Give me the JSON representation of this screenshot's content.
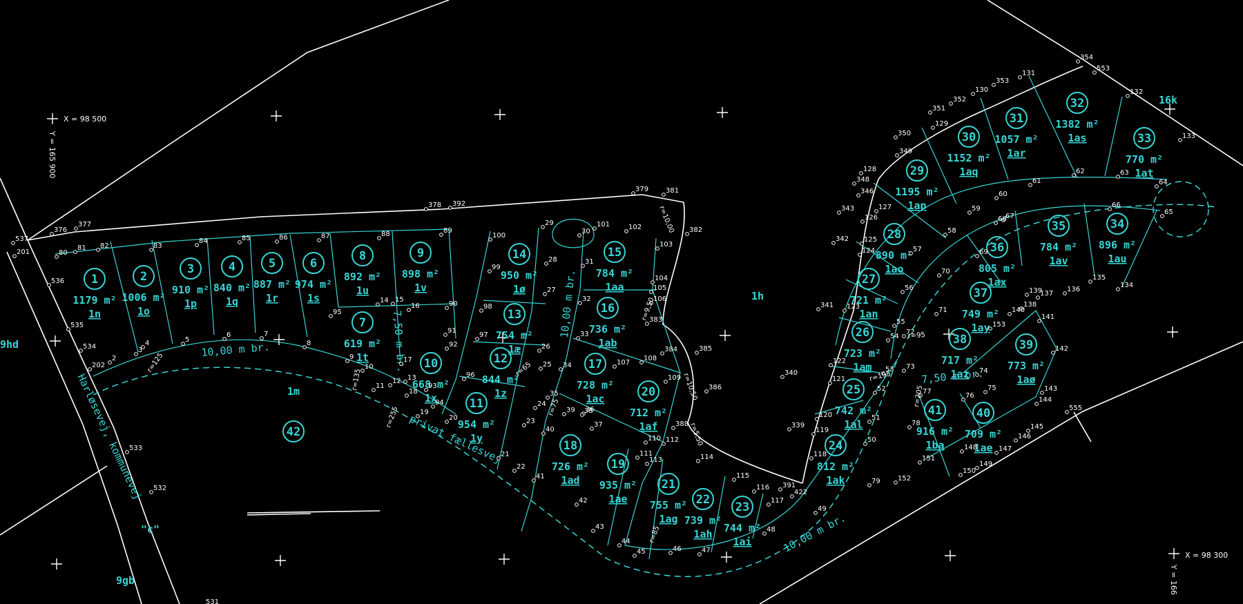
{
  "map": {
    "coord_top_left": {
      "x": "X =  98 500",
      "y": "Y = 165 900"
    },
    "coord_bottom_right": {
      "x": "X =  98 300",
      "y": "Y = 166"
    },
    "road_labels": {
      "road_west": "10,00 m br.",
      "road_middle": "10,00 m br.",
      "road_south": "10,00 m br.",
      "path_a": "7,50 m br.",
      "path_b": "7,50 m br.",
      "privat": "privat fællesvej",
      "kommunevej": "Harløsevej, kommunevej"
    },
    "matrikel_labels": [
      {
        "id": "1h",
        "text": "1h"
      },
      {
        "id": "1m",
        "text": "1m"
      },
      {
        "id": "16k",
        "text": "16k"
      },
      {
        "id": "9hd",
        "text": "9hd"
      },
      {
        "id": "9gb",
        "text": "9gb"
      },
      {
        "id": "c",
        "text": "\"c\""
      }
    ],
    "lots": [
      {
        "num": "1",
        "area": "1179 m²",
        "mat": "1n"
      },
      {
        "num": "2",
        "area": "1006 m²",
        "mat": "1o"
      },
      {
        "num": "3",
        "area": "910 m²",
        "mat": "1p"
      },
      {
        "num": "4",
        "area": "840 m²",
        "mat": "1q"
      },
      {
        "num": "5",
        "area": "887 m²",
        "mat": "1r"
      },
      {
        "num": "6",
        "area": "974 m²",
        "mat": "1s"
      },
      {
        "num": "7",
        "area": "619 m²",
        "mat": "1t"
      },
      {
        "num": "8",
        "area": "892 m²",
        "mat": "1u"
      },
      {
        "num": "9",
        "area": "898 m²",
        "mat": "1v"
      },
      {
        "num": "10",
        "area": "668 m²",
        "mat": "1x"
      },
      {
        "num": "11",
        "area": "954 m²",
        "mat": "1y"
      },
      {
        "num": "12",
        "area": "844 m²",
        "mat": "1z"
      },
      {
        "num": "13",
        "area": "754 m²",
        "mat": "1æ"
      },
      {
        "num": "14",
        "area": "950 m²",
        "mat": "1ø"
      },
      {
        "num": "15",
        "area": "784 m²",
        "mat": "1aa"
      },
      {
        "num": "16",
        "area": "736 m²",
        "mat": "1ab"
      },
      {
        "num": "17",
        "area": "728 m²",
        "mat": "1ac"
      },
      {
        "num": "18",
        "area": "726 m²",
        "mat": "1ad"
      },
      {
        "num": "19",
        "area": "935 m²",
        "mat": "1ae"
      },
      {
        "num": "20",
        "area": "712 m²",
        "mat": "1af"
      },
      {
        "num": "21",
        "area": "755 m²",
        "mat": "1ag"
      },
      {
        "num": "22",
        "area": "739 m²",
        "mat": "1ah"
      },
      {
        "num": "23",
        "area": "744 m²",
        "mat": "1ai"
      },
      {
        "num": "24",
        "area": "812 m²",
        "mat": "1ak"
      },
      {
        "num": "25",
        "area": "742 m²",
        "mat": "1al"
      },
      {
        "num": "26",
        "area": "723 m²",
        "mat": "1am"
      },
      {
        "num": "27",
        "area": "721 m²",
        "mat": "1an"
      },
      {
        "num": "28",
        "area": "890 m²",
        "mat": "1ao"
      },
      {
        "num": "29",
        "area": "1195 m²",
        "mat": "1ap"
      },
      {
        "num": "30",
        "area": "1152 m²",
        "mat": "1aq"
      },
      {
        "num": "31",
        "area": "1057 m²",
        "mat": "1ar"
      },
      {
        "num": "32",
        "area": "1382 m²",
        "mat": "1as"
      },
      {
        "num": "33",
        "area": "770 m²",
        "mat": "1at"
      },
      {
        "num": "34",
        "area": "896 m²",
        "mat": "1au"
      },
      {
        "num": "35",
        "area": "784 m²",
        "mat": "1av"
      },
      {
        "num": "36",
        "area": "805 m²",
        "mat": "1ax"
      },
      {
        "num": "37",
        "area": "749 m²",
        "mat": "1ay"
      },
      {
        "num": "38",
        "area": "717 m²",
        "mat": "1az"
      },
      {
        "num": "39",
        "area": "773 m²",
        "mat": "1aø"
      },
      {
        "num": "40",
        "area": "709 m²",
        "mat": "1ae"
      },
      {
        "num": "41",
        "area": "916 m²",
        "mat": "1ba"
      },
      {
        "num": "42",
        "area": "",
        "mat": ""
      }
    ],
    "points": [
      {
        "id": "p537",
        "text": "537"
      },
      {
        "id": "p201",
        "text": "201"
      },
      {
        "id": "p376",
        "text": "376"
      },
      {
        "id": "p377",
        "text": "377"
      },
      {
        "id": "p378",
        "text": "378"
      },
      {
        "id": "p392",
        "text": "392"
      },
      {
        "id": "p379",
        "text": "379"
      },
      {
        "id": "p381",
        "text": "381"
      },
      {
        "id": "p382",
        "text": "382"
      },
      {
        "id": "p383",
        "text": "383"
      },
      {
        "id": "p384",
        "text": "384"
      },
      {
        "id": "p385",
        "text": "385"
      },
      {
        "id": "p386",
        "text": "386"
      },
      {
        "id": "p388",
        "text": "388"
      },
      {
        "id": "p391",
        "text": "391"
      },
      {
        "id": "p422",
        "text": "422"
      },
      {
        "id": "p339",
        "text": "339"
      },
      {
        "id": "p340",
        "text": "340"
      },
      {
        "id": "p341",
        "text": "341"
      },
      {
        "id": "p342",
        "text": "342"
      },
      {
        "id": "p343",
        "text": "343"
      },
      {
        "id": "p346",
        "text": "346"
      },
      {
        "id": "p348",
        "text": "348"
      },
      {
        "id": "p349",
        "text": "349"
      },
      {
        "id": "p350",
        "text": "350"
      },
      {
        "id": "p351",
        "text": "351"
      },
      {
        "id": "p352",
        "text": "352"
      },
      {
        "id": "p353",
        "text": "353"
      },
      {
        "id": "p354",
        "text": "354"
      },
      {
        "id": "p553",
        "text": "553"
      },
      {
        "id": "p555",
        "text": "555"
      },
      {
        "id": "p536",
        "text": "536"
      },
      {
        "id": "p535",
        "text": "535"
      },
      {
        "id": "p534",
        "text": "534"
      },
      {
        "id": "p202",
        "text": "202"
      },
      {
        "id": "p533",
        "text": "533"
      },
      {
        "id": "p532",
        "text": "532"
      },
      {
        "id": "p531",
        "text": "531"
      },
      {
        "id": "p130",
        "text": "130"
      },
      {
        "id": "p131",
        "text": "131"
      },
      {
        "id": "p132",
        "text": "132"
      },
      {
        "id": "p133",
        "text": "133"
      },
      {
        "id": "p128",
        "text": "128"
      },
      {
        "id": "p129",
        "text": "129"
      },
      {
        "id": "p100",
        "text": "100"
      },
      {
        "id": "p101",
        "text": "101"
      },
      {
        "id": "p102",
        "text": "102"
      },
      {
        "id": "p103",
        "text": "103"
      },
      {
        "id": "p104",
        "text": "104"
      },
      {
        "id": "p105",
        "text": "105"
      },
      {
        "id": "p106",
        "text": "106"
      },
      {
        "id": "p107",
        "text": "107"
      },
      {
        "id": "p108",
        "text": "108"
      },
      {
        "id": "p109",
        "text": "109"
      },
      {
        "id": "p110",
        "text": "110"
      },
      {
        "id": "p111",
        "text": "111"
      },
      {
        "id": "p112",
        "text": "112"
      },
      {
        "id": "p113",
        "text": "113"
      },
      {
        "id": "p114",
        "text": "114"
      },
      {
        "id": "p115",
        "text": "115"
      },
      {
        "id": "p116",
        "text": "116"
      },
      {
        "id": "p117",
        "text": "117"
      },
      {
        "id": "p118",
        "text": "118"
      },
      {
        "id": "p119",
        "text": "119"
      },
      {
        "id": "p120",
        "text": "120"
      },
      {
        "id": "p121",
        "text": "121"
      },
      {
        "id": "p122",
        "text": "122"
      },
      {
        "id": "p123",
        "text": "123"
      },
      {
        "id": "p124",
        "text": "124"
      },
      {
        "id": "p125",
        "text": "125"
      },
      {
        "id": "p126",
        "text": "126"
      },
      {
        "id": "p127",
        "text": "127"
      },
      {
        "id": "p134",
        "text": "134"
      },
      {
        "id": "p135",
        "text": "135"
      },
      {
        "id": "p136",
        "text": "136"
      },
      {
        "id": "p137",
        "text": "137"
      },
      {
        "id": "p138",
        "text": "138"
      },
      {
        "id": "p139",
        "text": "139"
      },
      {
        "id": "p140",
        "text": "140"
      },
      {
        "id": "p141",
        "text": "141"
      },
      {
        "id": "p142",
        "text": "142"
      },
      {
        "id": "p143",
        "text": "143"
      },
      {
        "id": "p144",
        "text": "144"
      },
      {
        "id": "p145",
        "text": "145"
      },
      {
        "id": "p146",
        "text": "146"
      },
      {
        "id": "p147",
        "text": "147"
      },
      {
        "id": "p148",
        "text": "148"
      },
      {
        "id": "p149",
        "text": "149"
      },
      {
        "id": "p150",
        "text": "150"
      },
      {
        "id": "p151",
        "text": "151"
      },
      {
        "id": "p152",
        "text": "152"
      },
      {
        "id": "p153",
        "text": "153"
      },
      {
        "id": "p79",
        "text": "79"
      },
      {
        "id": "p80",
        "text": "80"
      },
      {
        "id": "p81",
        "text": "81"
      },
      {
        "id": "p82",
        "text": "82"
      },
      {
        "id": "p83",
        "text": "83"
      },
      {
        "id": "p84",
        "text": "84"
      },
      {
        "id": "p85",
        "text": "85"
      },
      {
        "id": "p86",
        "text": "86"
      },
      {
        "id": "p87",
        "text": "87"
      },
      {
        "id": "p88",
        "text": "88"
      },
      {
        "id": "p89",
        "text": "89"
      },
      {
        "id": "p90",
        "text": "90"
      },
      {
        "id": "p91",
        "text": "91"
      },
      {
        "id": "p92",
        "text": "92"
      },
      {
        "id": "p93",
        "text": "93"
      },
      {
        "id": "p94",
        "text": "94"
      },
      {
        "id": "p95",
        "text": "95"
      },
      {
        "id": "p96",
        "text": "96"
      },
      {
        "id": "p97",
        "text": "97"
      },
      {
        "id": "p98",
        "text": "98"
      },
      {
        "id": "p99",
        "text": "99"
      },
      {
        "id": "p20",
        "text": "20"
      },
      {
        "id": "p21",
        "text": "21"
      },
      {
        "id": "p22",
        "text": "22"
      },
      {
        "id": "p23",
        "text": "23"
      },
      {
        "id": "p24",
        "text": "24"
      },
      {
        "id": "p25",
        "text": "25"
      },
      {
        "id": "p26",
        "text": "26"
      },
      {
        "id": "p27",
        "text": "27"
      },
      {
        "id": "p28",
        "text": "28"
      },
      {
        "id": "p29",
        "text": "29"
      },
      {
        "id": "p30",
        "text": "30"
      },
      {
        "id": "p31",
        "text": "31"
      },
      {
        "id": "p32",
        "text": "32"
      },
      {
        "id": "p33",
        "text": "33"
      },
      {
        "id": "p34",
        "text": "34"
      },
      {
        "id": "p35",
        "text": "35"
      },
      {
        "id": "p36",
        "text": "36"
      },
      {
        "id": "p37",
        "text": "37"
      },
      {
        "id": "p38",
        "text": "38"
      },
      {
        "id": "p39",
        "text": "39"
      },
      {
        "id": "p40",
        "text": "40"
      },
      {
        "id": "p41",
        "text": "41"
      },
      {
        "id": "p42",
        "text": "42"
      },
      {
        "id": "p43",
        "text": "43"
      },
      {
        "id": "p44",
        "text": "44"
      },
      {
        "id": "p45",
        "text": "45"
      },
      {
        "id": "p46",
        "text": "46"
      },
      {
        "id": "p47",
        "text": "47"
      },
      {
        "id": "p48",
        "text": "48"
      },
      {
        "id": "p49",
        "text": "49"
      },
      {
        "id": "p50",
        "text": "50"
      },
      {
        "id": "p51",
        "text": "51"
      },
      {
        "id": "p52",
        "text": "52"
      },
      {
        "id": "p53",
        "text": "53"
      },
      {
        "id": "p54",
        "text": "54"
      },
      {
        "id": "p55",
        "text": "55"
      },
      {
        "id": "p56",
        "text": "56"
      },
      {
        "id": "p57",
        "text": "57"
      },
      {
        "id": "p58",
        "text": "58"
      },
      {
        "id": "p59",
        "text": "59"
      },
      {
        "id": "p60",
        "text": "60"
      },
      {
        "id": "p61",
        "text": "61"
      },
      {
        "id": "p62",
        "text": "62"
      },
      {
        "id": "p63",
        "text": "63"
      },
      {
        "id": "p64",
        "text": "64"
      },
      {
        "id": "p65",
        "text": "65"
      },
      {
        "id": "p66",
        "text": "66"
      },
      {
        "id": "p67",
        "text": "67"
      },
      {
        "id": "p68",
        "text": "68"
      },
      {
        "id": "p69",
        "text": "69"
      },
      {
        "id": "p70",
        "text": "70"
      },
      {
        "id": "p71",
        "text": "71"
      },
      {
        "id": "p72",
        "text": "72"
      },
      {
        "id": "p73",
        "text": "73"
      },
      {
        "id": "p74",
        "text": "74"
      },
      {
        "id": "p75",
        "text": "75"
      },
      {
        "id": "p76",
        "text": "76"
      },
      {
        "id": "p77",
        "text": "77"
      },
      {
        "id": "p78",
        "text": "78"
      },
      {
        "id": "p2",
        "text": "2"
      },
      {
        "id": "p3",
        "text": "3"
      },
      {
        "id": "p4",
        "text": "4"
      },
      {
        "id": "p5",
        "text": "5"
      },
      {
        "id": "p6",
        "text": "6"
      },
      {
        "id": "p7",
        "text": "7"
      },
      {
        "id": "p8",
        "text": "8"
      },
      {
        "id": "p9",
        "text": "9"
      },
      {
        "id": "p10",
        "text": "10"
      },
      {
        "id": "p11",
        "text": "11"
      },
      {
        "id": "p12",
        "text": "12"
      },
      {
        "id": "p13",
        "text": "13"
      },
      {
        "id": "p14",
        "text": "14"
      },
      {
        "id": "p15",
        "text": "15"
      },
      {
        "id": "p16",
        "text": "16"
      },
      {
        "id": "p17",
        "text": "17"
      },
      {
        "id": "p18",
        "text": "18"
      },
      {
        "id": "p19",
        "text": "19"
      }
    ],
    "radii": [
      {
        "id": "r1",
        "text": "r=10,00"
      },
      {
        "id": "r2",
        "text": "r=9,50"
      },
      {
        "id": "r3",
        "text": "r=10,50"
      },
      {
        "id": "r4",
        "text": "r=5,50"
      },
      {
        "id": "r5",
        "text": "r=125"
      },
      {
        "id": "r6",
        "text": "r=255"
      },
      {
        "id": "r7",
        "text": "r=135"
      },
      {
        "id": "r8",
        "text": "r=65"
      },
      {
        "id": "r9",
        "text": "r=75"
      },
      {
        "id": "r10",
        "text": "r=85"
      },
      {
        "id": "r11",
        "text": "r=195"
      },
      {
        "id": "r12",
        "text": "r=205"
      },
      {
        "id": "r13",
        "text": "r=95"
      }
    ]
  }
}
